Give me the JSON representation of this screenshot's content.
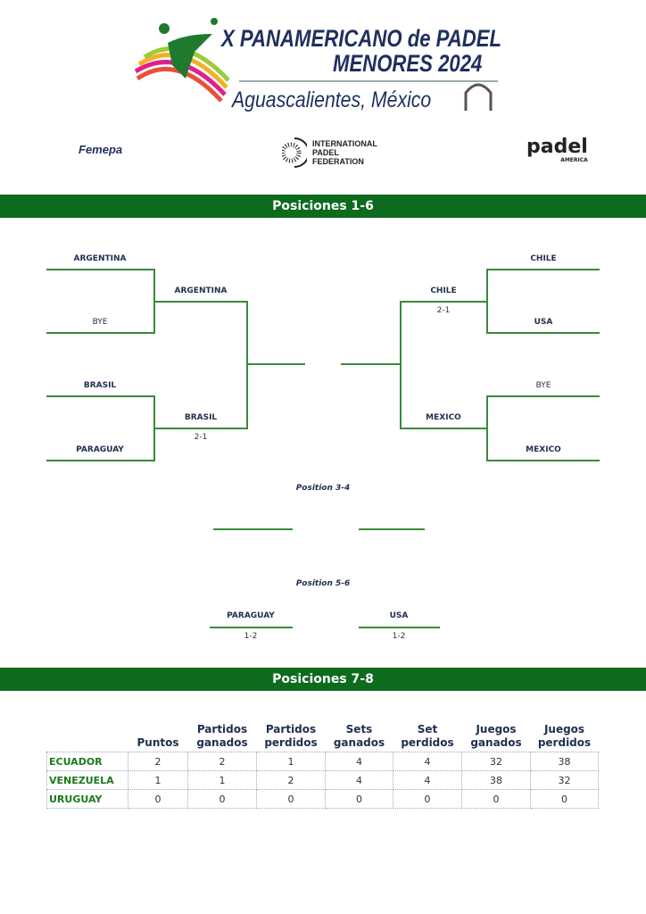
{
  "header": {
    "title_line1": "X PANAMERICANO de PADEL",
    "title_line2": "MENORES 2024",
    "subtitle": "Aguascalientes, México",
    "logos": {
      "femepa": "Femepa",
      "ipf": [
        "INTERNATIONAL",
        "PADEL",
        "FEDERATION"
      ],
      "padel_america": "padel",
      "padel_america_sub": "AMERICA"
    }
  },
  "section1": {
    "title": "Posiciones 1-6",
    "left": {
      "r1": [
        "ARGENTINA",
        "BYE",
        "BRASIL",
        "PARAGUAY"
      ],
      "r2": [
        "ARGENTINA",
        "BRASIL"
      ],
      "r2_scores": [
        "",
        "2-1"
      ]
    },
    "right": {
      "r1": [
        "CHILE",
        "USA",
        "BYE",
        "MEXICO"
      ],
      "r2": [
        "CHILE",
        "MEXICO"
      ],
      "r2_scores": [
        "2-1",
        ""
      ]
    },
    "pos34": {
      "title": "Position 3-4",
      "teams": [
        "",
        ""
      ],
      "scores": [
        "",
        ""
      ]
    },
    "pos56": {
      "title": "Position 5-6",
      "teams": [
        "PARAGUAY",
        "USA"
      ],
      "scores": [
        "1-2",
        "1-2"
      ]
    }
  },
  "section2": {
    "title": "Posiciones 7-8",
    "headers": [
      "",
      "Puntos",
      "Partidos ganados",
      "Partidos perdidos",
      "Sets ganados",
      "Set perdidos",
      "Juegos ganados",
      "Juegos perdidos"
    ],
    "rows": [
      [
        "ECUADOR",
        "2",
        "2",
        "1",
        "4",
        "4",
        "32",
        "38"
      ],
      [
        "VENEZUELA",
        "1",
        "1",
        "2",
        "4",
        "4",
        "38",
        "32"
      ],
      [
        "URUGUAY",
        "0",
        "0",
        "0",
        "0",
        "0",
        "0",
        "0"
      ]
    ]
  }
}
